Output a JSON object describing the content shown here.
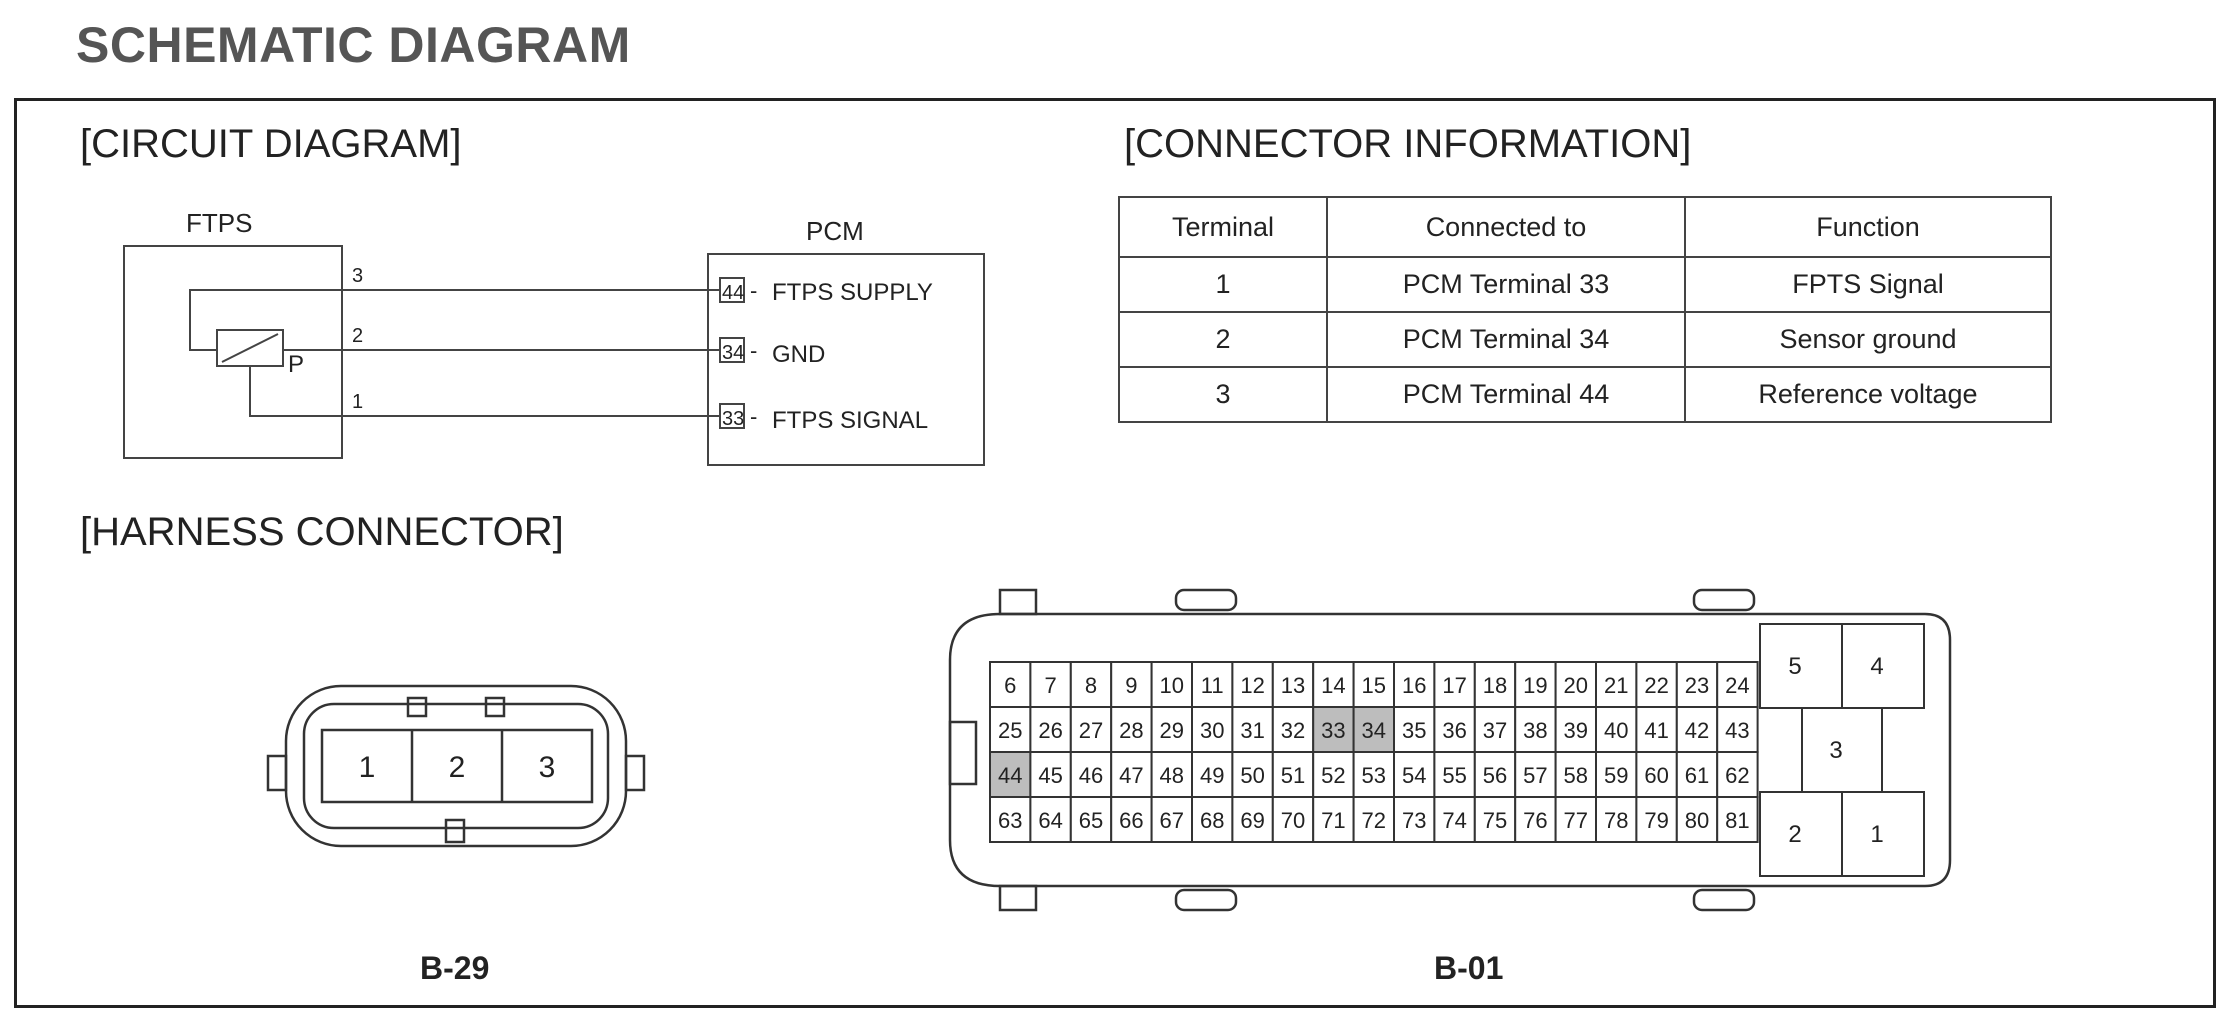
{
  "page": {
    "title": "SCHEMATIC DIAGRAM"
  },
  "sections": {
    "circuit": "[CIRCUIT DIAGRAM]",
    "connector_info": "[CONNECTOR INFORMATION]",
    "harness": "[HARNESS CONNECTOR]"
  },
  "circuit": {
    "ftps_label": "FTPS",
    "pcm_label": "PCM",
    "sensor_mark": "P",
    "wires": [
      {
        "ftps_pin": "3",
        "pcm_pin": "44",
        "signal": "FTPS SUPPLY"
      },
      {
        "ftps_pin": "2",
        "pcm_pin": "34",
        "signal": "GND"
      },
      {
        "ftps_pin": "1",
        "pcm_pin": "33",
        "signal": "FTPS SIGNAL"
      }
    ]
  },
  "connector_table": {
    "headers": [
      "Terminal",
      "Connected to",
      "Function"
    ],
    "rows": [
      [
        "1",
        "PCM Terminal 33",
        "FPTS Signal"
      ],
      [
        "2",
        "PCM Terminal 34",
        "Sensor ground"
      ],
      [
        "3",
        "PCM Terminal 44",
        "Reference voltage"
      ]
    ]
  },
  "harness": {
    "b29": {
      "label": "B-29",
      "pins": [
        "1",
        "2",
        "3"
      ]
    },
    "b01": {
      "label": "B-01",
      "grid_rows": [
        [
          "6",
          "7",
          "8",
          "9",
          "10",
          "11",
          "12",
          "13",
          "14",
          "15",
          "16",
          "17",
          "18",
          "19",
          "20",
          "21",
          "22",
          "23",
          "24"
        ],
        [
          "25",
          "26",
          "27",
          "28",
          "29",
          "30",
          "31",
          "32",
          "33",
          "34",
          "35",
          "36",
          "37",
          "38",
          "39",
          "40",
          "41",
          "42",
          "43"
        ],
        [
          "44",
          "45",
          "46",
          "47",
          "48",
          "49",
          "50",
          "51",
          "52",
          "53",
          "54",
          "55",
          "56",
          "57",
          "58",
          "59",
          "60",
          "61",
          "62"
        ],
        [
          "63",
          "64",
          "65",
          "66",
          "67",
          "68",
          "69",
          "70",
          "71",
          "72",
          "73",
          "74",
          "75",
          "76",
          "77",
          "78",
          "79",
          "80",
          "81"
        ]
      ],
      "highlighted": [
        "33",
        "34",
        "44"
      ],
      "side_pins": [
        "5",
        "4",
        "3",
        "2",
        "1"
      ]
    }
  },
  "colors": {
    "highlight": "#bdbdbd",
    "title": "#555555",
    "line": "#444444"
  }
}
